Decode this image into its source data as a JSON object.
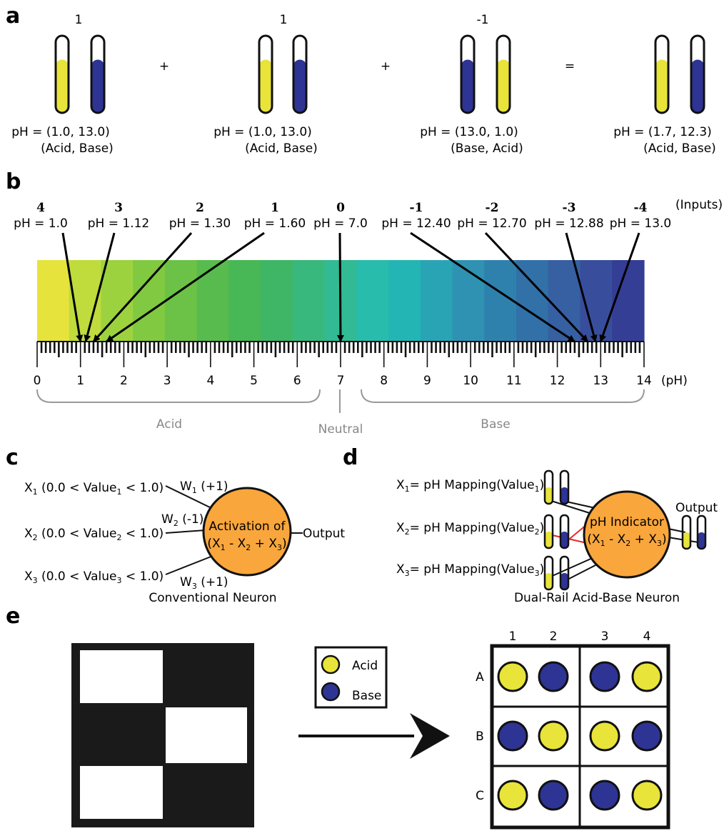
{
  "panels": {
    "a": "a",
    "b": "b",
    "c": "c",
    "d": "d",
    "e": "e"
  },
  "colors": {
    "acid": "#e8e43a",
    "base": "#2e3494",
    "arrow_red": "#e4282c"
  },
  "panel_a": {
    "groups": [
      {
        "weight": "1",
        "ph": "pH = (1.0, 13.0)",
        "label": "(Acid, Base)",
        "tubes": [
          "acid",
          "base"
        ]
      },
      {
        "weight": "1",
        "ph": "pH = (1.0, 13.0)",
        "label": "(Acid, Base)",
        "tubes": [
          "acid",
          "base"
        ]
      },
      {
        "weight": "-1",
        "ph": "pH = (13.0, 1.0)",
        "label": "(Base, Acid)",
        "tubes": [
          "base",
          "acid"
        ]
      },
      {
        "weight": "",
        "ph": "pH = (1.7, 12.3)",
        "label": "(Acid, Base)",
        "tubes": [
          "acid",
          "base"
        ]
      }
    ],
    "operators": [
      "+",
      "+",
      "="
    ]
  },
  "panel_b": {
    "inputs_label": "(Inputs)",
    "inputs": [
      {
        "input": "4",
        "ph_label": "pH = 1.0",
        "ph": 1.0
      },
      {
        "input": "3",
        "ph_label": "pH = 1.12",
        "ph": 1.12
      },
      {
        "input": "2",
        "ph_label": "pH = 1.30",
        "ph": 1.3
      },
      {
        "input": "1",
        "ph_label": "pH = 1.60",
        "ph": 1.6
      },
      {
        "input": "0",
        "ph_label": "pH = 7.0",
        "ph": 7.0
      },
      {
        "input": "-1",
        "ph_label": "pH = 12.40",
        "ph": 12.4
      },
      {
        "input": "-2",
        "ph_label": "pH = 12.70",
        "ph": 12.7
      },
      {
        "input": "-3",
        "ph_label": "pH = 12.88",
        "ph": 12.88
      },
      {
        "input": "-4",
        "ph_label": "pH = 13.0",
        "ph": 13.0
      }
    ],
    "scale_ticks": [
      "0",
      "1",
      "2",
      "3",
      "4",
      "5",
      "6",
      "7",
      "8",
      "9",
      "10",
      "11",
      "12",
      "13",
      "14"
    ],
    "scale_unit": "(pH)",
    "ranges": {
      "acid": "Acid",
      "neutral": "Neutral",
      "base": "Base"
    }
  },
  "panel_c": {
    "inputs": [
      {
        "x": "X",
        "sub": "1",
        "pre": " (0.0 < Value",
        "vsub": "1",
        "post": " < 1.0)"
      },
      {
        "x": "X",
        "sub": "2",
        "pre": " (0.0 < Value",
        "vsub": "2",
        "post": " < 1.0)"
      },
      {
        "x": "X",
        "sub": "3",
        "pre": " (0.0 < Value",
        "vsub": "3",
        "post": " < 1.0)"
      }
    ],
    "weights": [
      {
        "w": "W",
        "sub": "1",
        "val": " (+1)"
      },
      {
        "w": "W",
        "sub": "2",
        "val": " (-1)"
      },
      {
        "w": "W",
        "sub": "3",
        "val": " (+1)"
      }
    ],
    "neuron_line1": "Activation of",
    "neuron_line2": {
      "a": "(X",
      "s1": "1",
      "b": " - X",
      "s2": "2",
      "c": " + X",
      "s3": "3",
      "d": ")"
    },
    "output": "Output",
    "caption": "Conventional Neuron"
  },
  "panel_d": {
    "inputs": [
      {
        "x": "X",
        "sub": "1",
        "mid": "= pH Mapping(Value",
        "vsub": "1",
        "end": ")"
      },
      {
        "x": "X",
        "sub": "2",
        "mid": "= pH Mapping(Value",
        "vsub": "2",
        "end": ")"
      },
      {
        "x": "X",
        "sub": "3",
        "mid": "= pH Mapping(Value",
        "vsub": "3",
        "end": ")"
      }
    ],
    "neuron_line1": "pH Indicator",
    "neuron_line2": {
      "a": "(X",
      "s1": "1",
      "b": " - X",
      "s2": "2",
      "c": " + X",
      "s3": "3",
      "d": ")"
    },
    "output": "Output",
    "caption": "Dual-Rail Acid-Base Neuron"
  },
  "panel_e": {
    "legend": {
      "acid": "Acid",
      "base": "Base"
    },
    "checkerboard": [
      [
        "white",
        "black"
      ],
      [
        "black",
        "white"
      ],
      [
        "white",
        "black"
      ]
    ],
    "col_labels": [
      "1",
      "2",
      "3",
      "4"
    ],
    "row_labels": [
      "A",
      "B",
      "C"
    ],
    "wells": [
      [
        "acid",
        "base",
        "base",
        "acid"
      ],
      [
        "base",
        "acid",
        "acid",
        "base"
      ],
      [
        "acid",
        "base",
        "base",
        "acid"
      ]
    ]
  }
}
